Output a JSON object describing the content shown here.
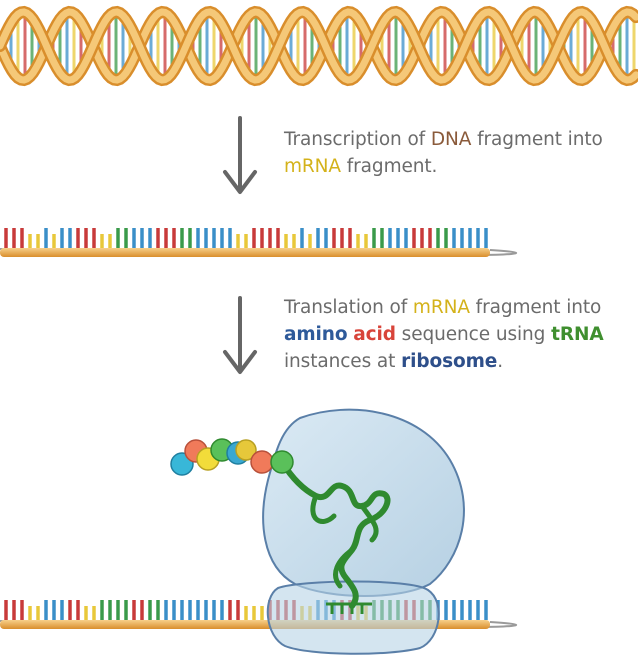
{
  "step1": {
    "parts": [
      {
        "text": "Transcription of ",
        "color": "#6b6b6b"
      },
      {
        "text": "DNA",
        "color": "#8a5a3a"
      },
      {
        "text": " fragment into",
        "color": "#6b6b6b"
      },
      {
        "text": "\n",
        "color": ""
      },
      {
        "text": "mRNA",
        "color": "#d4b21a"
      },
      {
        "text": " fragment.",
        "color": "#6b6b6b"
      }
    ]
  },
  "step2": {
    "parts": [
      {
        "text": "Translation of ",
        "color": "#6b6b6b"
      },
      {
        "text": "mRNA",
        "color": "#d4b21a"
      },
      {
        "text": " fragment into",
        "color": "#6b6b6b"
      },
      {
        "text": "\n",
        "color": ""
      },
      {
        "text": "amino",
        "color": "#2e5a9a",
        "bold": true
      },
      {
        "text": " ",
        "color": "#6b6b6b"
      },
      {
        "text": "acid",
        "color": "#d8443a",
        "bold": true
      },
      {
        "text": " sequence using ",
        "color": "#6b6b6b"
      },
      {
        "text": "tRNA",
        "color": "#3f8f2f",
        "bold": true
      },
      {
        "text": "\n",
        "color": ""
      },
      {
        "text": "instances at ",
        "color": "#6b6b6b"
      },
      {
        "text": "ribosome",
        "color": "#2e4f8a",
        "bold": true
      },
      {
        "text": ".",
        "color": "#6b6b6b"
      }
    ]
  },
  "colors": {
    "strand": "#f0b860",
    "strand_dark": "#d98e2c",
    "base_red": "#c83a3a",
    "base_yellow": "#e8c83a",
    "base_blue": "#3a8fc8",
    "base_green": "#3a9a4a",
    "ribosome_fill": "#b8d4e6",
    "ribosome_stroke": "#5a7fa8",
    "trna": "#2f8a2f",
    "arrow": "#666666"
  },
  "icons": {
    "arrow1": "down-arrow-icon",
    "arrow2": "down-arrow-icon"
  }
}
